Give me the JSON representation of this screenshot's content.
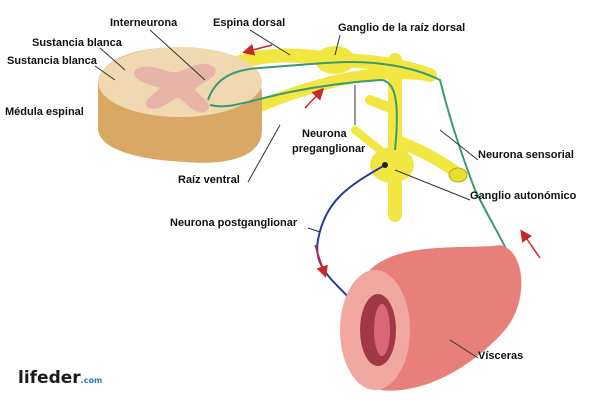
{
  "labels": {
    "interneuron": "Interneurona",
    "dorsal_spine": "Espina dorsal",
    "dorsal_root_ganglion": "Ganglio de la raíz dorsal",
    "white_matter_1": "Sustancia blanca",
    "white_matter_2": "Sustancia blanca",
    "spinal_cord": "Médula espinal",
    "preganglionic_1": "Neurona",
    "preganglionic_2": "preganglionar",
    "sensory_neuron": "Neurona sensorial",
    "ventral_root": "Raíz ventral",
    "autonomic_ganglion": "Ganglio autonómico",
    "postganglionic": "Neurona postganglionar",
    "viscera": "Vísceras"
  },
  "logo": {
    "name": "lifeder",
    "suffix": ".com"
  },
  "colors": {
    "nerve": "#f2e642",
    "sensory": "#3a9a70",
    "motor": "#2a3a9a",
    "cord": "#e7c48e",
    "grey_matter": "#e8b4a8",
    "viscera": "#e8807a",
    "arrow": "#c8282a"
  }
}
